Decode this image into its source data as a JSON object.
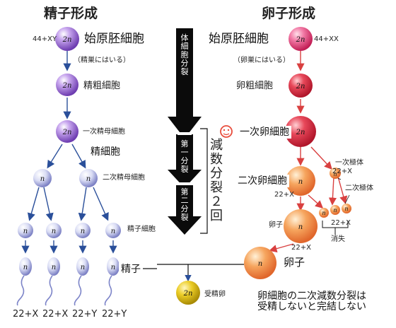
{
  "sperm_side": {
    "title": "精子形成",
    "karyotype_top": "44+XY",
    "primordial_label": "始原胚細胞",
    "enter_note": "（精巣にはいる）",
    "spermatogonium": "精粗細胞",
    "primary": "一次精母細胞",
    "callout": "精細胞",
    "secondary": "二次精母細胞",
    "spermatid": "精子細胞",
    "sperm": "精子",
    "chromosomes": [
      "22+X",
      "22+X",
      "22+Y",
      "22+Y"
    ]
  },
  "egg_side": {
    "title": "卵子形成",
    "karyotype_top": "44+XX",
    "primordial_label": "始原胚細胞",
    "enter_note": "（卵巣にはいる）",
    "oogonium": "卵粗細胞",
    "primary": "一次卵細胞",
    "secondary": "二次卵細胞",
    "secondary_kary": "22+X",
    "first_polar": "一次極体",
    "first_polar_kary": "22+X",
    "second_polar": "二次極体",
    "second_kary": "22+X",
    "ovum_small": "卵子",
    "ovum_kary": "22+X",
    "vanish": "消失",
    "egg": "卵子"
  },
  "center": {
    "somatic": "体細胞分裂",
    "first_div": "第一分裂",
    "second_div": "第二分裂",
    "meiosis_note": "減数分裂２回",
    "zygote": "受精卵"
  },
  "cell_marks": {
    "diploid": "2n",
    "haploid": "n"
  },
  "note": {
    "line1": "卵細胞の二次減数分裂は",
    "line2": "受精しないと完結しない"
  },
  "colors": {
    "sperm_cell": "#8a5cc8",
    "egg_cell_pink": "#f07aa6",
    "egg_cell_red": "#e23a4a",
    "egg_cell_orange": "#f39a52",
    "zygote": "#e6c21a",
    "arrow_blue": "#2a4f9a",
    "arrow_red": "#d94040",
    "smiley": "#e84d3d"
  }
}
